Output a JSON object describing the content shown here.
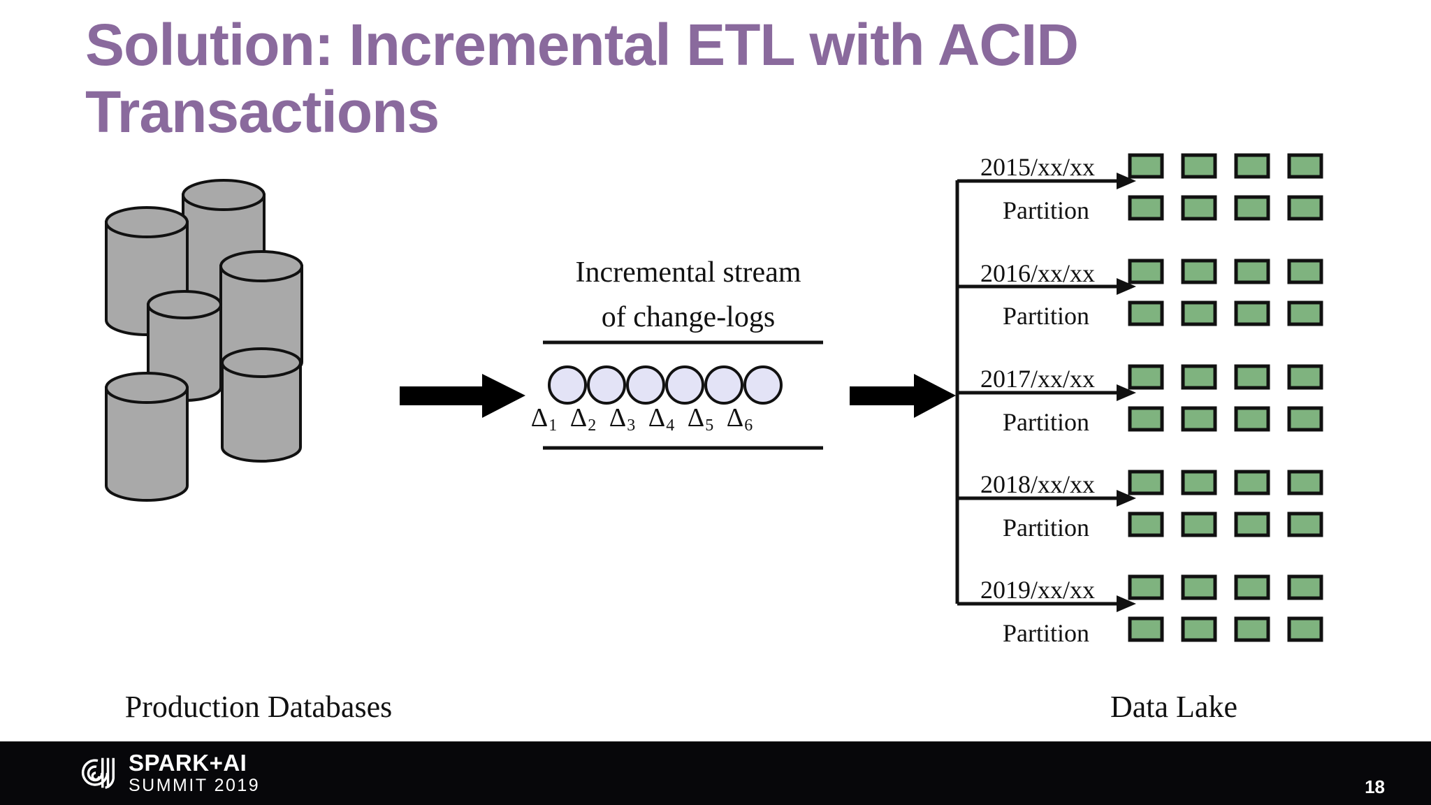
{
  "slide": {
    "title": "Solution: Incremental ETL with ACID Transactions",
    "page_number": "18",
    "background_color": "#ffffff",
    "title_color": "#8a6a9d"
  },
  "diagram": {
    "left_caption": "Production Databases",
    "right_caption": "Data Lake",
    "stream_label_line1": "Incremental stream",
    "stream_label_line2": "of change-logs",
    "database_count": 6,
    "database_fill": "#a9a9a9",
    "changelog_fill": "#e3e3f6",
    "partition_box_fill": "#7fb37f",
    "deltas": [
      {
        "label": "Δ",
        "sub": "1"
      },
      {
        "label": "Δ",
        "sub": "2"
      },
      {
        "label": "Δ",
        "sub": "3"
      },
      {
        "label": "Δ",
        "sub": "4"
      },
      {
        "label": "Δ",
        "sub": "5"
      },
      {
        "label": "Δ",
        "sub": "6"
      }
    ],
    "partition_label": "Partition",
    "years": [
      {
        "date": "2015/xx/xx",
        "partition": "Partition",
        "boxes_per_row": 4,
        "rows": 2
      },
      {
        "date": "2016/xx/xx",
        "partition": "Partition",
        "boxes_per_row": 4,
        "rows": 2
      },
      {
        "date": "2017/xx/xx",
        "partition": "Partition",
        "boxes_per_row": 4,
        "rows": 2
      },
      {
        "date": "2018/xx/xx",
        "partition": "Partition",
        "boxes_per_row": 4,
        "rows": 2
      },
      {
        "date": "2019/xx/xx",
        "partition": "Partition",
        "boxes_per_row": 4,
        "rows": 2
      }
    ]
  },
  "footer": {
    "logo_line1": "SPARK+AI",
    "logo_line2": "SUMMIT 2019",
    "background_color": "#07070a"
  }
}
